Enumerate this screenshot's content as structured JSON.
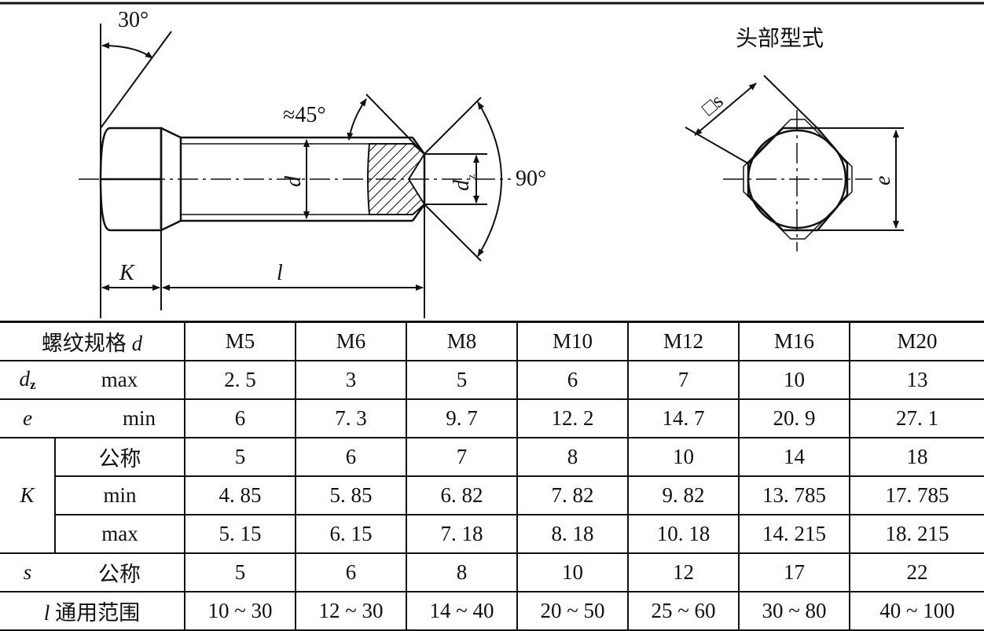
{
  "drawing": {
    "angle_30": "30°",
    "angle_45": "≈45°",
    "angle_90": "90°",
    "label_d": "d",
    "label_dz": "d",
    "label_dz_sub": "z",
    "label_K": "K",
    "label_l": "l",
    "label_e": "e",
    "label_s": "□s",
    "head_type_title": "头部型式"
  },
  "table": {
    "header_label": "螺纹规格",
    "header_symbol": "d",
    "sizes": [
      "M5",
      "M6",
      "M8",
      "M10",
      "M12",
      "M16",
      "M20"
    ],
    "dz": {
      "symbol": "d",
      "sub": "z",
      "qualifier": "max",
      "values": [
        "2. 5",
        "3",
        "5",
        "6",
        "7",
        "10",
        "13"
      ]
    },
    "e": {
      "symbol": "e",
      "qualifier": "min",
      "values": [
        "6",
        "7. 3",
        "9. 7",
        "12. 2",
        "14. 7",
        "20. 9",
        "27. 1"
      ]
    },
    "K": {
      "symbol": "K",
      "nominal": {
        "qualifier": "公称",
        "values": [
          "5",
          "6",
          "7",
          "8",
          "10",
          "14",
          "18"
        ]
      },
      "min": {
        "qualifier": "min",
        "values": [
          "4. 85",
          "5. 85",
          "6. 82",
          "7. 82",
          "9. 82",
          "13. 785",
          "17. 785"
        ]
      },
      "max": {
        "qualifier": "max",
        "values": [
          "5. 15",
          "6. 15",
          "7. 18",
          "8. 18",
          "10. 18",
          "14. 215",
          "18. 215"
        ]
      }
    },
    "s": {
      "symbol": "s",
      "qualifier": "公称",
      "values": [
        "5",
        "6",
        "8",
        "10",
        "12",
        "17",
        "22"
      ]
    },
    "l": {
      "symbol": "l",
      "label": "通用范围",
      "values": [
        "10 ~ 30",
        "12 ~ 30",
        "14 ~ 40",
        "20 ~ 50",
        "25 ~ 60",
        "30 ~ 80",
        "40 ~ 100"
      ]
    }
  }
}
